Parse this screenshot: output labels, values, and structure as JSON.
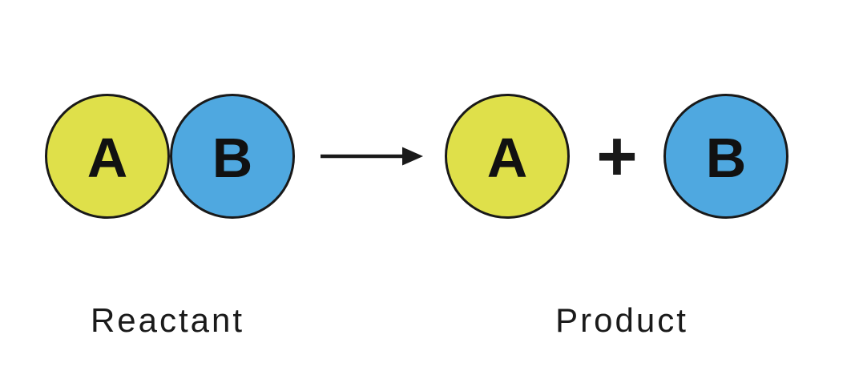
{
  "diagram": {
    "reactant": {
      "label": "Reactant",
      "molecules": [
        {
          "letter": "A",
          "fill": "#dfe04a"
        },
        {
          "letter": "B",
          "fill": "#4fa8e0"
        }
      ]
    },
    "arrow_icon": "right-arrow-icon",
    "product": {
      "label": "Product",
      "operator": "+",
      "molecules": [
        {
          "letter": "A",
          "fill": "#dfe04a"
        },
        {
          "letter": "B",
          "fill": "#4fa8e0"
        }
      ]
    },
    "colors": {
      "molecule_a_fill": "#dfe04a",
      "molecule_b_fill": "#4fa8e0",
      "outline": "#191919",
      "text": "#1a1a1a",
      "background": "#ffffff"
    }
  }
}
